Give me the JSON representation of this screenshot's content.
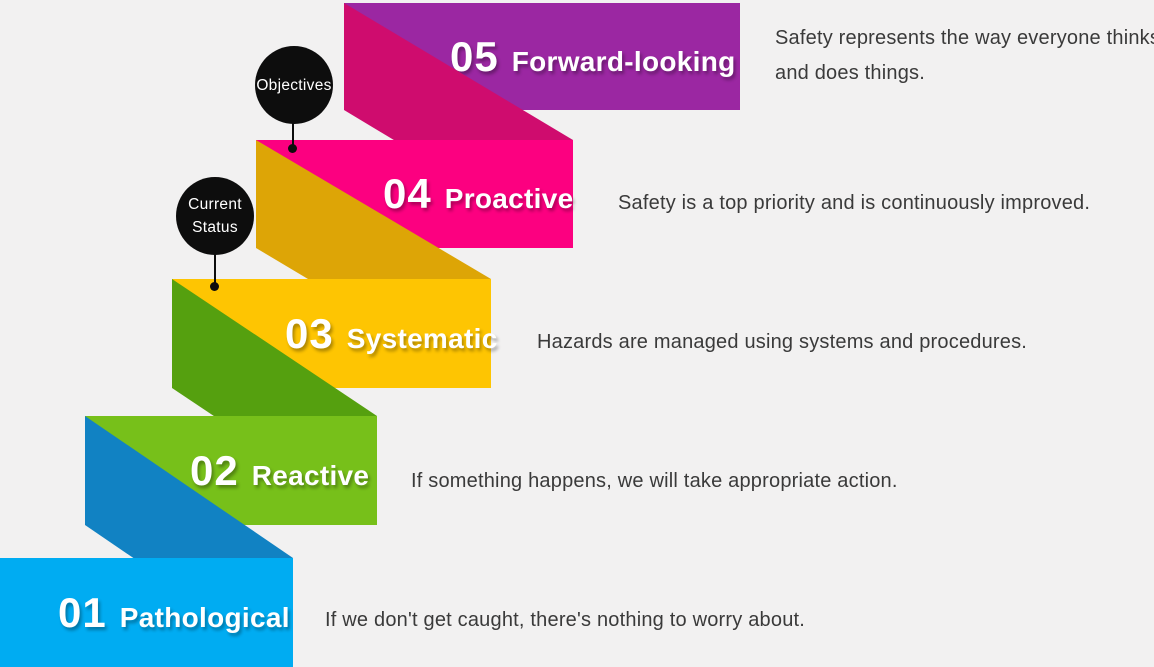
{
  "palette": {
    "background": "#F2F1F1",
    "description_text": "#3A3A3A",
    "label_text": "#FFFFFF",
    "marker_background": "#0D0D0D"
  },
  "steps": [
    {
      "number": "01",
      "name": "Pathological",
      "description": "If we don't get caught, there's nothing to worry about.",
      "color": "#00ACF2",
      "fold_color": "#1182C3"
    },
    {
      "number": "02",
      "name": "Reactive",
      "description": "If something happens, we will take appropriate action.",
      "color": "#77C01A",
      "fold_color": "#55A00F"
    },
    {
      "number": "03",
      "name": "Systematic",
      "description": "Hazards are managed using systems and procedures.",
      "color": "#FEC502",
      "fold_color": "#DDA506"
    },
    {
      "number": "04",
      "name": "Proactive",
      "description": "Safety is a top priority and is continuously improved.",
      "color": "#FC0080",
      "fold_color": "#CF0C6E"
    },
    {
      "number": "05",
      "name": "Forward-looking",
      "description": "Safety represents the way everyone thinks and does things.",
      "color": "#9B27A2",
      "fold_color": null
    }
  ],
  "markers": {
    "objectives": {
      "lines": [
        "Objectives"
      ]
    },
    "current_status": {
      "lines": [
        "Current",
        "Status"
      ]
    }
  }
}
